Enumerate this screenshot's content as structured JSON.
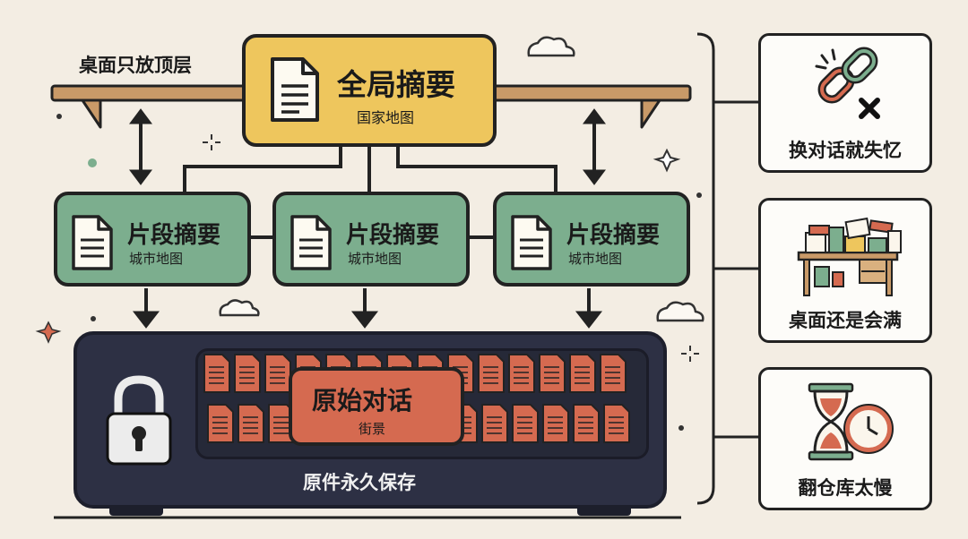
{
  "shelf": {
    "label": "桌面只放顶层"
  },
  "global_summary": {
    "title": "全局摘要",
    "subtitle": "国家地图",
    "color": "#eec65d"
  },
  "fragment_summaries": [
    {
      "title": "片段摘要",
      "subtitle": "城市地图"
    },
    {
      "title": "片段摘要",
      "subtitle": "城市地图"
    },
    {
      "title": "片段摘要",
      "subtitle": "城市地图"
    }
  ],
  "fragment_color": "#7cae8e",
  "archive": {
    "label": "原件永久保存",
    "original": {
      "title": "原始对话",
      "subtitle": "街景",
      "color": "#d56a50"
    }
  },
  "problems": [
    {
      "label": "换对话就失忆",
      "icon": "broken-chain-icon"
    },
    {
      "label": "桌面还是会满",
      "icon": "cluttered-desk-icon"
    },
    {
      "label": "翻仓库太慢",
      "icon": "hourglass-clock-icon"
    }
  ]
}
